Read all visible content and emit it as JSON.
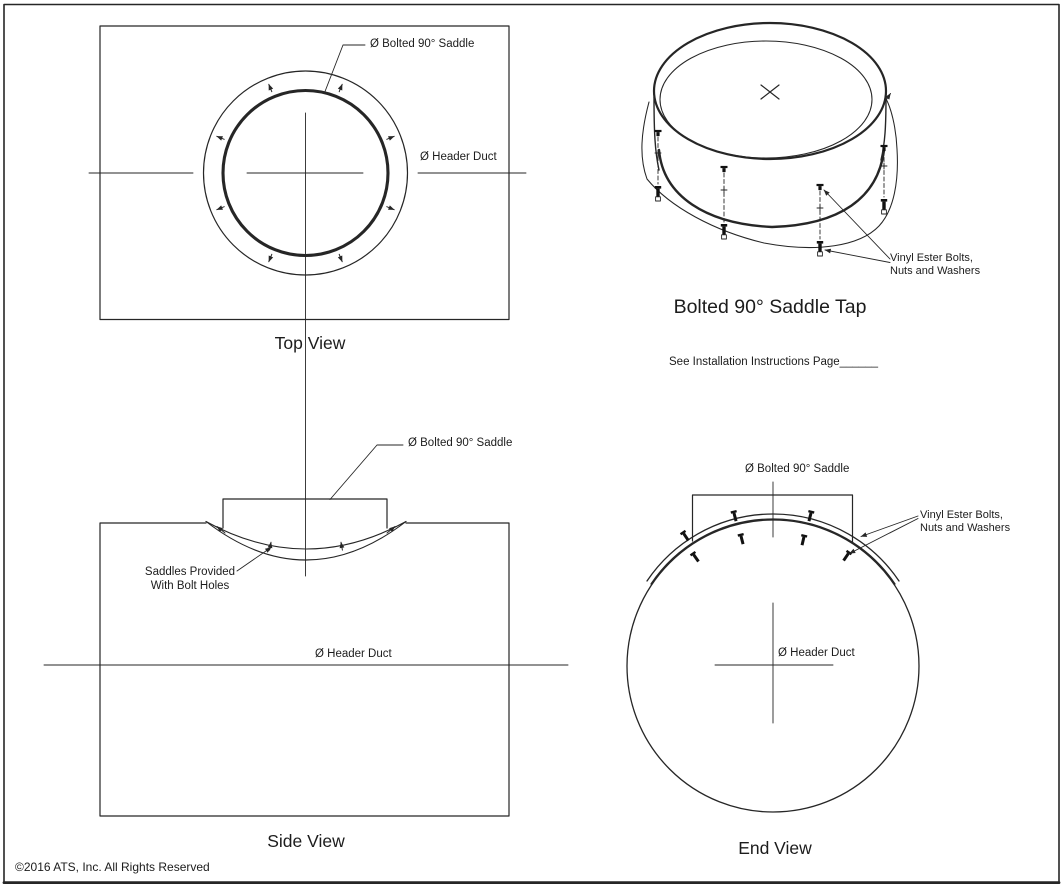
{
  "drawing": {
    "background": "#ffffff",
    "line_color": "#262626",
    "text_color": "#1c1c1c"
  },
  "top_view": {
    "title": "Top View",
    "saddle_label": "Ø Bolted 90° Saddle",
    "duct_label": "Ø Header Duct"
  },
  "iso_view": {
    "title": "Bolted 90° Saddle Tap",
    "bolts_label_line1": "Vinyl Ester Bolts,",
    "bolts_label_line2": "Nuts and Washers",
    "instructions_note": "See Installation Instructions Page______"
  },
  "side_view": {
    "title": "Side View",
    "saddle_label": "Ø Bolted 90° Saddle",
    "saddles_label_line1": "Saddles Provided",
    "saddles_label_line2": "With Bolt Holes",
    "duct_label": "Ø Header Duct"
  },
  "end_view": {
    "title": "End View",
    "saddle_label": "Ø Bolted 90° Saddle",
    "bolts_label_line1": "Vinyl Ester Bolts,",
    "bolts_label_line2": "Nuts and Washers",
    "duct_label": "Ø Header Duct"
  },
  "footer": {
    "copyright": "©2016 ATS, Inc. All Rights Reserved"
  }
}
